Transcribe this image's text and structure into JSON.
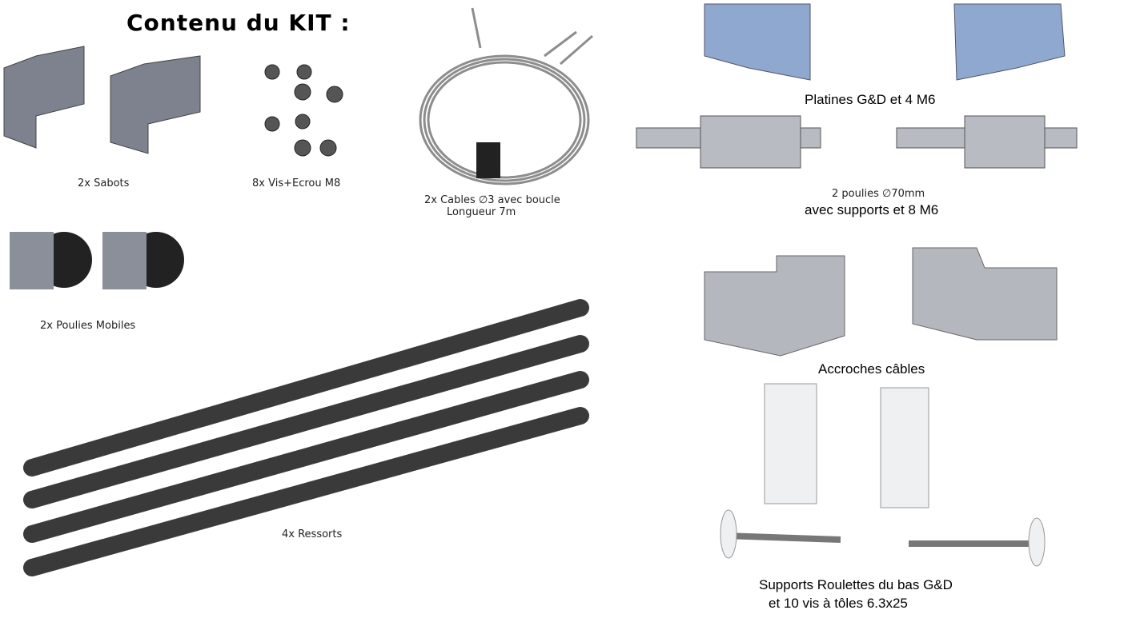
{
  "title": "Contenu du KIT :",
  "items": {
    "sabots": "2x Sabots",
    "vis": "8x   Vis+Ecrou M8",
    "cables_1": "2x   Cables ∅3 avec boucle",
    "cables_2": "Longueur 7m",
    "poulies_mobiles": "2x Poulies Mobiles",
    "ressorts": "4x  Ressorts",
    "platines": "Platines G&D et 4 M6",
    "poulies_1": "2 poulies ∅70mm",
    "poulies_2": "avec supports et 8 M6",
    "accroches": "Accroches câbles",
    "supports_1": "Supports Roulettes du bas G&D",
    "supports_2": "et 10 vis à tôles 6.3x25"
  },
  "colors": {
    "steel": "#8a8f9a",
    "plate": "#8fa8d0",
    "spring": "#3a3a3a",
    "white_part": "#eef0f2"
  }
}
